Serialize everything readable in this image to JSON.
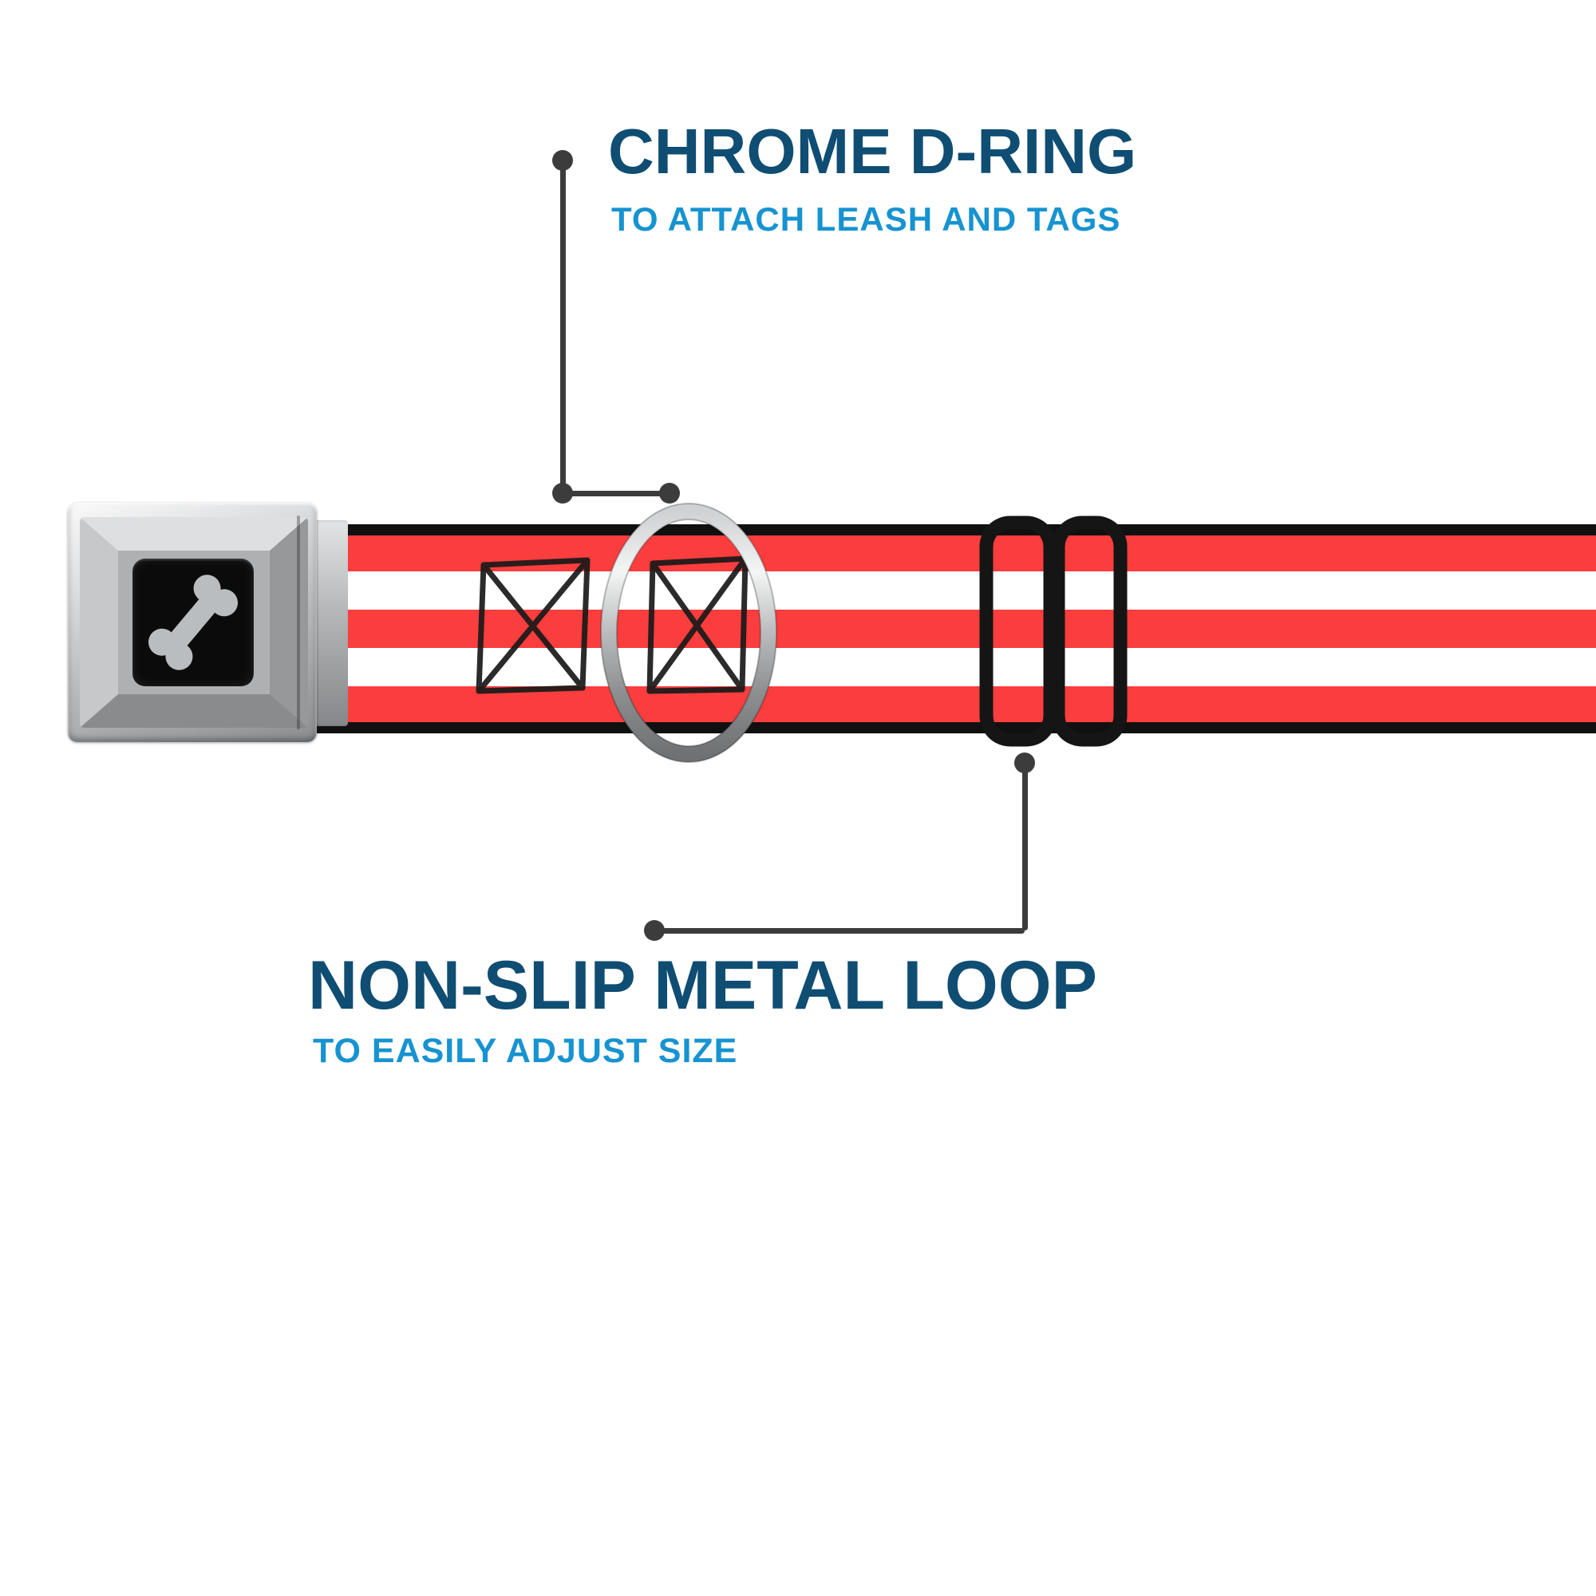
{
  "callouts": {
    "top": {
      "title": "CHROME D-RING",
      "subtitle": "TO ATTACH LEASH AND TAGS"
    },
    "bottom": {
      "title": "NON-SLIP METAL LOOP",
      "subtitle": "TO EASILY ADJUST SIZE"
    }
  },
  "product": {
    "type": "seatbelt-buckle-dog-collar",
    "pattern": "red-white-stripes",
    "buckle_logo": "bone-icon"
  },
  "colors": {
    "navy": "#0f4d73",
    "blue": "#1693d0",
    "stripe-red": "#fa3d3d",
    "stripe-white": "#ffffff",
    "webbing-edge": "#101010",
    "callout-line": "#3c3c3c",
    "slider-black": "#151515",
    "buckle-center": "#0b0b0b",
    "bone-gray": "#b9bdc0"
  }
}
